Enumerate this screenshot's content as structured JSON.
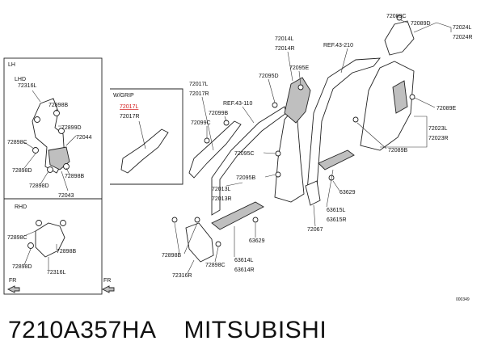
{
  "caption": {
    "part_number": "7210A357HA",
    "brand": "MITSUBISHI"
  },
  "diagram_id": "000349",
  "panels": {
    "lh": {
      "title": "LH",
      "sub": "LHD",
      "fr": "FR"
    },
    "rhd": {
      "sub": "RHD"
    },
    "grip": {
      "title": "W/GRIP",
      "fr": "FR"
    }
  },
  "labels": {
    "l72316L": "72316L",
    "l72898B_1": "72898B",
    "l72899D": "72899D",
    "l72044": "72044",
    "l72898C_1": "72898C",
    "l72898D_1": "72898D",
    "l72898B_2": "72898B",
    "l72898D_2": "72898D",
    "l72043": "72043",
    "l72898C_2": "72898C",
    "l72898B_3": "72898B",
    "l72898D_3": "72898D",
    "l72316L_2": "72316L",
    "l72017L_hi": "72017L",
    "l72017R_hi": "72017R",
    "l72017L": "72017L",
    "l72017R": "72017R",
    "l72099B": "72099B",
    "l72099C": "72099C",
    "ref43110": "REF.43-110",
    "ref43210": "REF.43-210",
    "l72014L": "72014L",
    "l72014R": "72014R",
    "l72095D": "72095D",
    "l72095E": "72095E",
    "l72095C": "72095C",
    "l72095B": "72095B",
    "l72013L": "72013L",
    "l72013R": "72013R",
    "l72089C": "72089C",
    "l72089D": "72089D",
    "l72024L": "72024L",
    "l72024R": "72024R",
    "l72089E": "72089E",
    "l72023L": "72023L",
    "l72023R": "72023R",
    "l72089B": "72089B",
    "l63629_1": "63629",
    "l63615L": "63615L",
    "l63615R": "63615R",
    "l72067": "72067",
    "l63629_2": "63629",
    "l63614L": "63614L",
    "l63614R": "63614R",
    "l72898B_4": "72898B",
    "l72898C_4": "72898C",
    "l72316R": "72316R"
  }
}
